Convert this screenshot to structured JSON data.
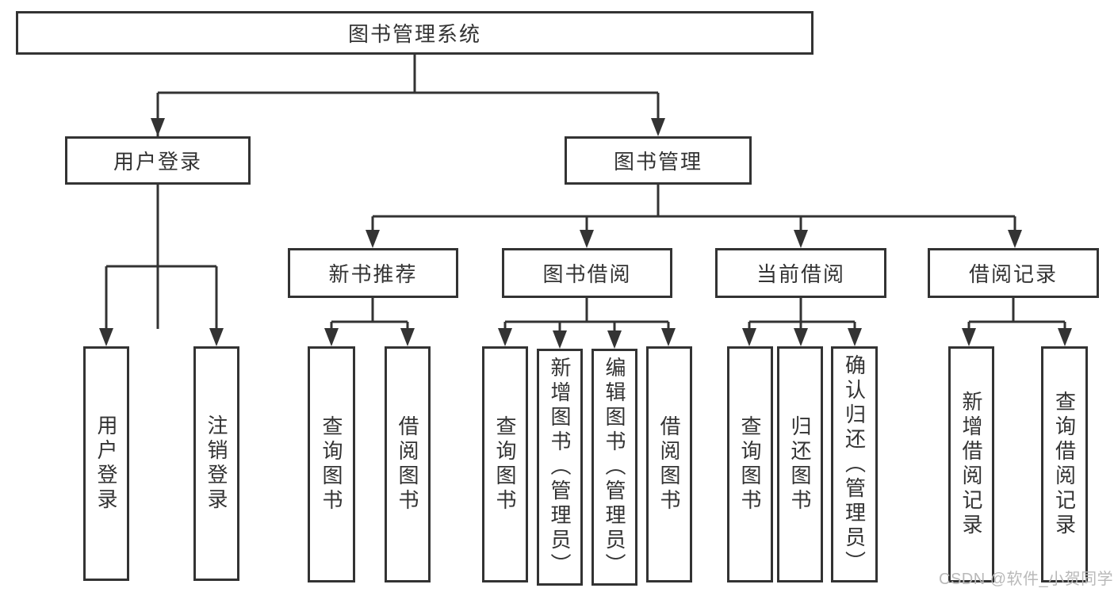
{
  "nodes": {
    "root": "图书管理系统",
    "user_login": "用户登录",
    "book_mgmt": "图书管理",
    "login": "用户登录",
    "logout": "注销登录",
    "new_rec": "新书推荐",
    "borrow": "图书借阅",
    "current": "当前借阅",
    "records": "借阅记录",
    "b1": "查询图书",
    "b2": "借阅图书",
    "c1": "查询图书",
    "c2": "新增图书（管理员）",
    "c3": "编辑图书（管理员）",
    "c4": "借阅图书",
    "d1": "查询图书",
    "d2": "归还图书",
    "d3": "确认归还（管理员）",
    "e1": "新增借阅记录",
    "e2": "查询借阅记录"
  },
  "watermark": "CSDN @软件_小贺同学",
  "colors": {
    "line": "#333333",
    "text": "#333333",
    "background": "#ffffff",
    "watermark_text": "#b9b9b9"
  }
}
